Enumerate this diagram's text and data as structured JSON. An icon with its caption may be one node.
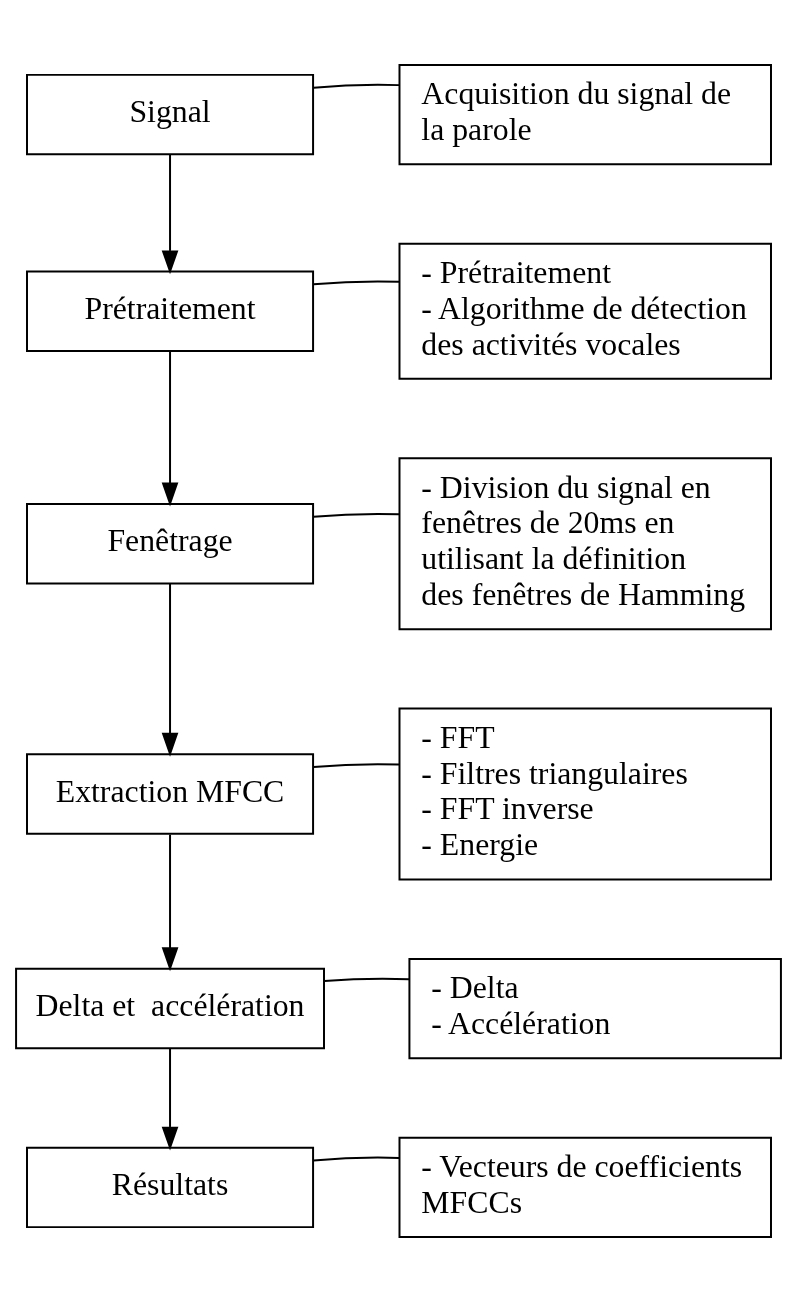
{
  "diagram": {
    "nodes": [
      {
        "text": [
          "Acquisition du signal de la parole"
        ]
      },
      {
        "text": [
          "Signal"
        ]
      },
      {
        "text": [
          "- Prétraitement",
          "- Algorithme de détection des activités vocales"
        ]
      },
      {
        "text": [
          "Prétraitement"
        ]
      },
      {
        "text": [
          "- Division du signal en fenêtres de 20ms en utilisant la définition des fenêtres de Hamming"
        ]
      },
      {
        "text": [
          "Fenêtrage"
        ]
      },
      {
        "text": [
          "- FFT",
          "- Filtres triangulaires",
          "- FFT inverse",
          "- Energie"
        ]
      },
      {
        "text": [
          "Extraction MFCC"
        ]
      },
      {
        "text": [
          "- Delta",
          "- Accélération"
        ]
      },
      {
        "text": [
          "Delta et  accélération"
        ]
      },
      {
        "text": [
          "- Vecteurs de coefficients MFCCs"
        ]
      },
      {
        "text": [
          "Résultats"
        ]
      }
    ],
    "edges": [
      {
        "from": 0,
        "to": 1,
        "arrow": "none"
      },
      {
        "from": 1,
        "to": 3,
        "arrow": "to"
      },
      {
        "from": 2,
        "to": 3,
        "arrow": "none"
      },
      {
        "from": 3,
        "to": 5,
        "arrow": "to"
      },
      {
        "from": 4,
        "to": 5,
        "arrow": "none"
      },
      {
        "from": 5,
        "to": 7,
        "arrow": "to"
      },
      {
        "from": 6,
        "to": 7,
        "arrow": "none"
      },
      {
        "from": 7,
        "to": 9,
        "arrow": "to"
      },
      {
        "from": 8,
        "to": 9,
        "arrow": "none"
      },
      {
        "from": 9,
        "to": 11,
        "arrow": "to"
      },
      {
        "from": 10,
        "to": 11,
        "arrow": "none"
      }
    ]
  }
}
